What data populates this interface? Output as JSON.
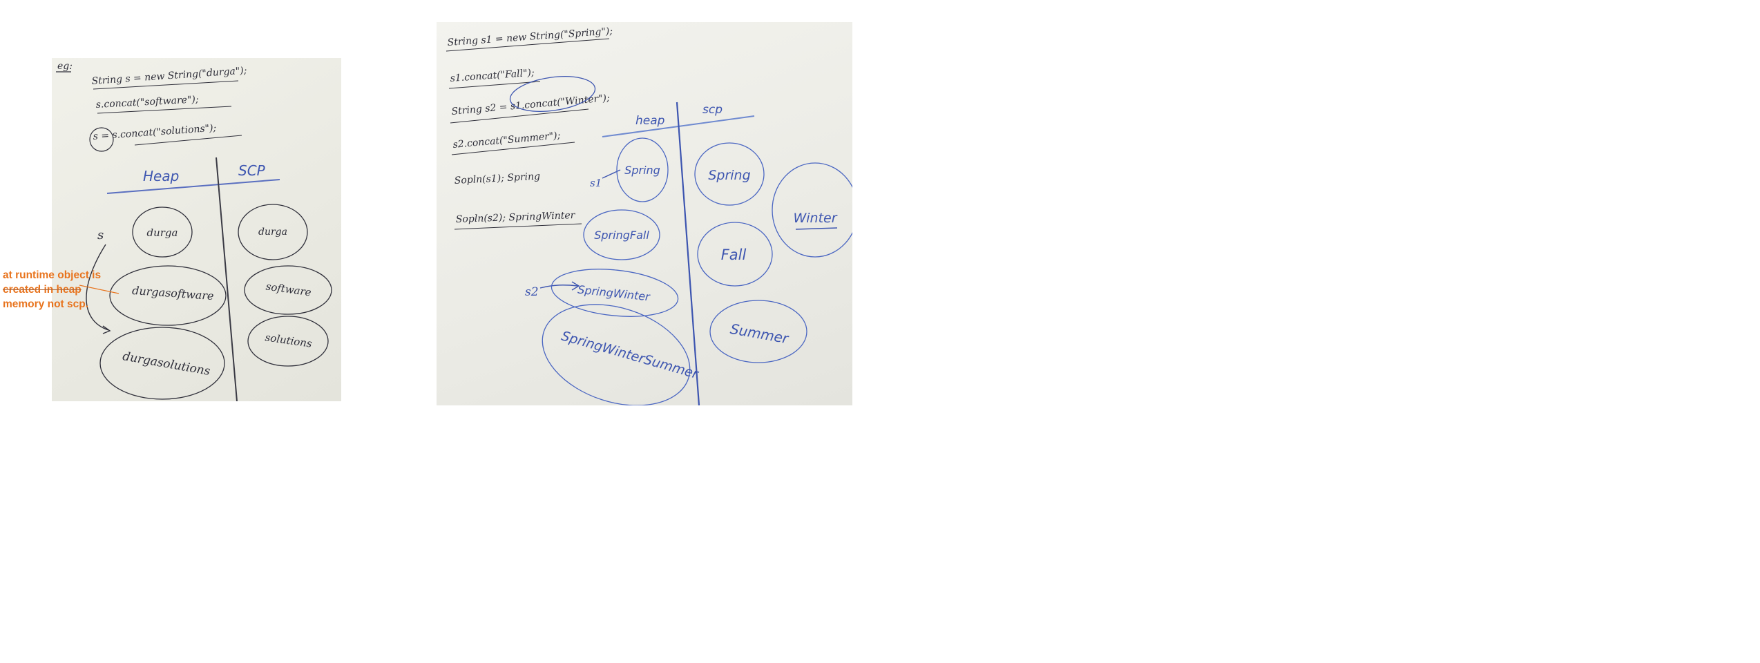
{
  "board1": {
    "code": [
      "eg:",
      "String  s = new String(\"durga\");",
      "s.concat(\"software\");",
      "s = s.concat(\"solutions\");"
    ],
    "headers": {
      "heap": "Heap",
      "scp": "SCP"
    },
    "ref_label": "s",
    "heap_objects": [
      "durga",
      "durgasoftware",
      "durgasolutions"
    ],
    "scp_objects": [
      "durga",
      "software",
      "solutions"
    ]
  },
  "board2": {
    "code": [
      "String  s1 = new String(\"Spring\");",
      "s1.concat(\"Fall\");",
      "String s2 = s1.concat(\"Winter\");",
      "s2.concat(\"Summer\");",
      "Sopln(s1); Spring",
      "Sopln(s2); SpringWinter"
    ],
    "headers": {
      "heap": "heap",
      "scp": "scp"
    },
    "ref_labels": [
      "s1",
      "s2"
    ],
    "heap_objects": [
      "Spring",
      "SpringFall",
      "SpringWinter",
      "SpringWinterSummer"
    ],
    "scp_objects": [
      "Spring",
      "Fall",
      "Winter",
      "Summer"
    ]
  },
  "annotation": {
    "lines": [
      "at runtime object is",
      "created in heap",
      "memory not scp."
    ],
    "color": "#e8741e"
  },
  "colors": {
    "marker_dark": "#2f2f3a",
    "marker_blue": "#3d55b0"
  }
}
